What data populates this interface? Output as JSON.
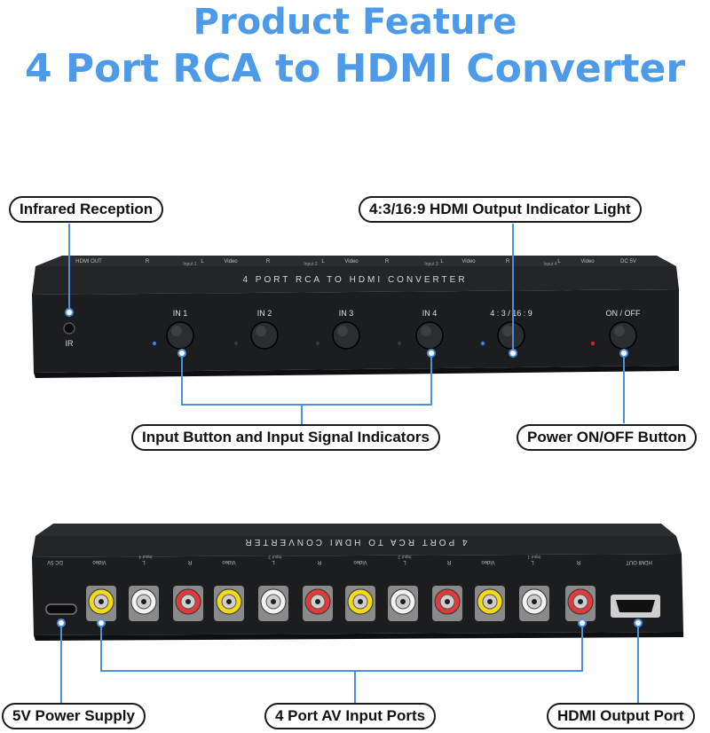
{
  "title": {
    "line1": "Product Feature",
    "line2": "4 Port RCA to HDMI Converter"
  },
  "colors": {
    "title": "#4d9be8",
    "connector": "#4d8fe0",
    "device": "#1d1f21",
    "led_blue": "#3a7bff",
    "led_red": "#e02020"
  },
  "front_panel": {
    "label": "4 PORT RCA TO HDMI CONVERTER",
    "ir_label": "IR",
    "top_labels": [
      "HDMI OUT",
      "R",
      "L",
      "Video",
      "R",
      "L",
      "Video",
      "R",
      "L",
      "Video",
      "R",
      "L",
      "Video",
      "DC 5V"
    ],
    "input_groups": [
      "Input 1",
      "Input 2",
      "Input 3",
      "Input 4"
    ],
    "buttons": [
      {
        "label": "IN 1",
        "led": "blue"
      },
      {
        "label": "IN 2",
        "led": "off"
      },
      {
        "label": "IN 3",
        "led": "off"
      },
      {
        "label": "IN 4",
        "led": "off"
      },
      {
        "label": "4 : 3 / 16 : 9",
        "led": "blue"
      },
      {
        "label": "ON / OFF",
        "led": "red"
      }
    ]
  },
  "rear_panel": {
    "label": "4 PORT RCA TO HDMI CONVERTER",
    "left_label": "DC 5V",
    "right_label": "HDMI OUT",
    "group_labels": [
      "Input 4",
      "Input 3",
      "Input 2",
      "Input 1"
    ],
    "port_labels": [
      "Video",
      "L",
      "R",
      "Video",
      "L",
      "R",
      "Video",
      "L",
      "R",
      "Video",
      "L",
      "R"
    ],
    "rca_colors": [
      "yellow",
      "white",
      "red",
      "yellow",
      "white",
      "red",
      "yellow",
      "white",
      "red",
      "yellow",
      "white",
      "red"
    ]
  },
  "callouts": {
    "infrared": "Infrared Reception",
    "indicator": "4:3/16:9 HDMI Output Indicator Light",
    "input_button": "Input Button and Input Signal Indicators",
    "power": "Power ON/OFF Button",
    "power_supply": "5V Power Supply",
    "av_ports": "4 Port AV Input Ports",
    "hdmi_port": "HDMI Output Port"
  }
}
